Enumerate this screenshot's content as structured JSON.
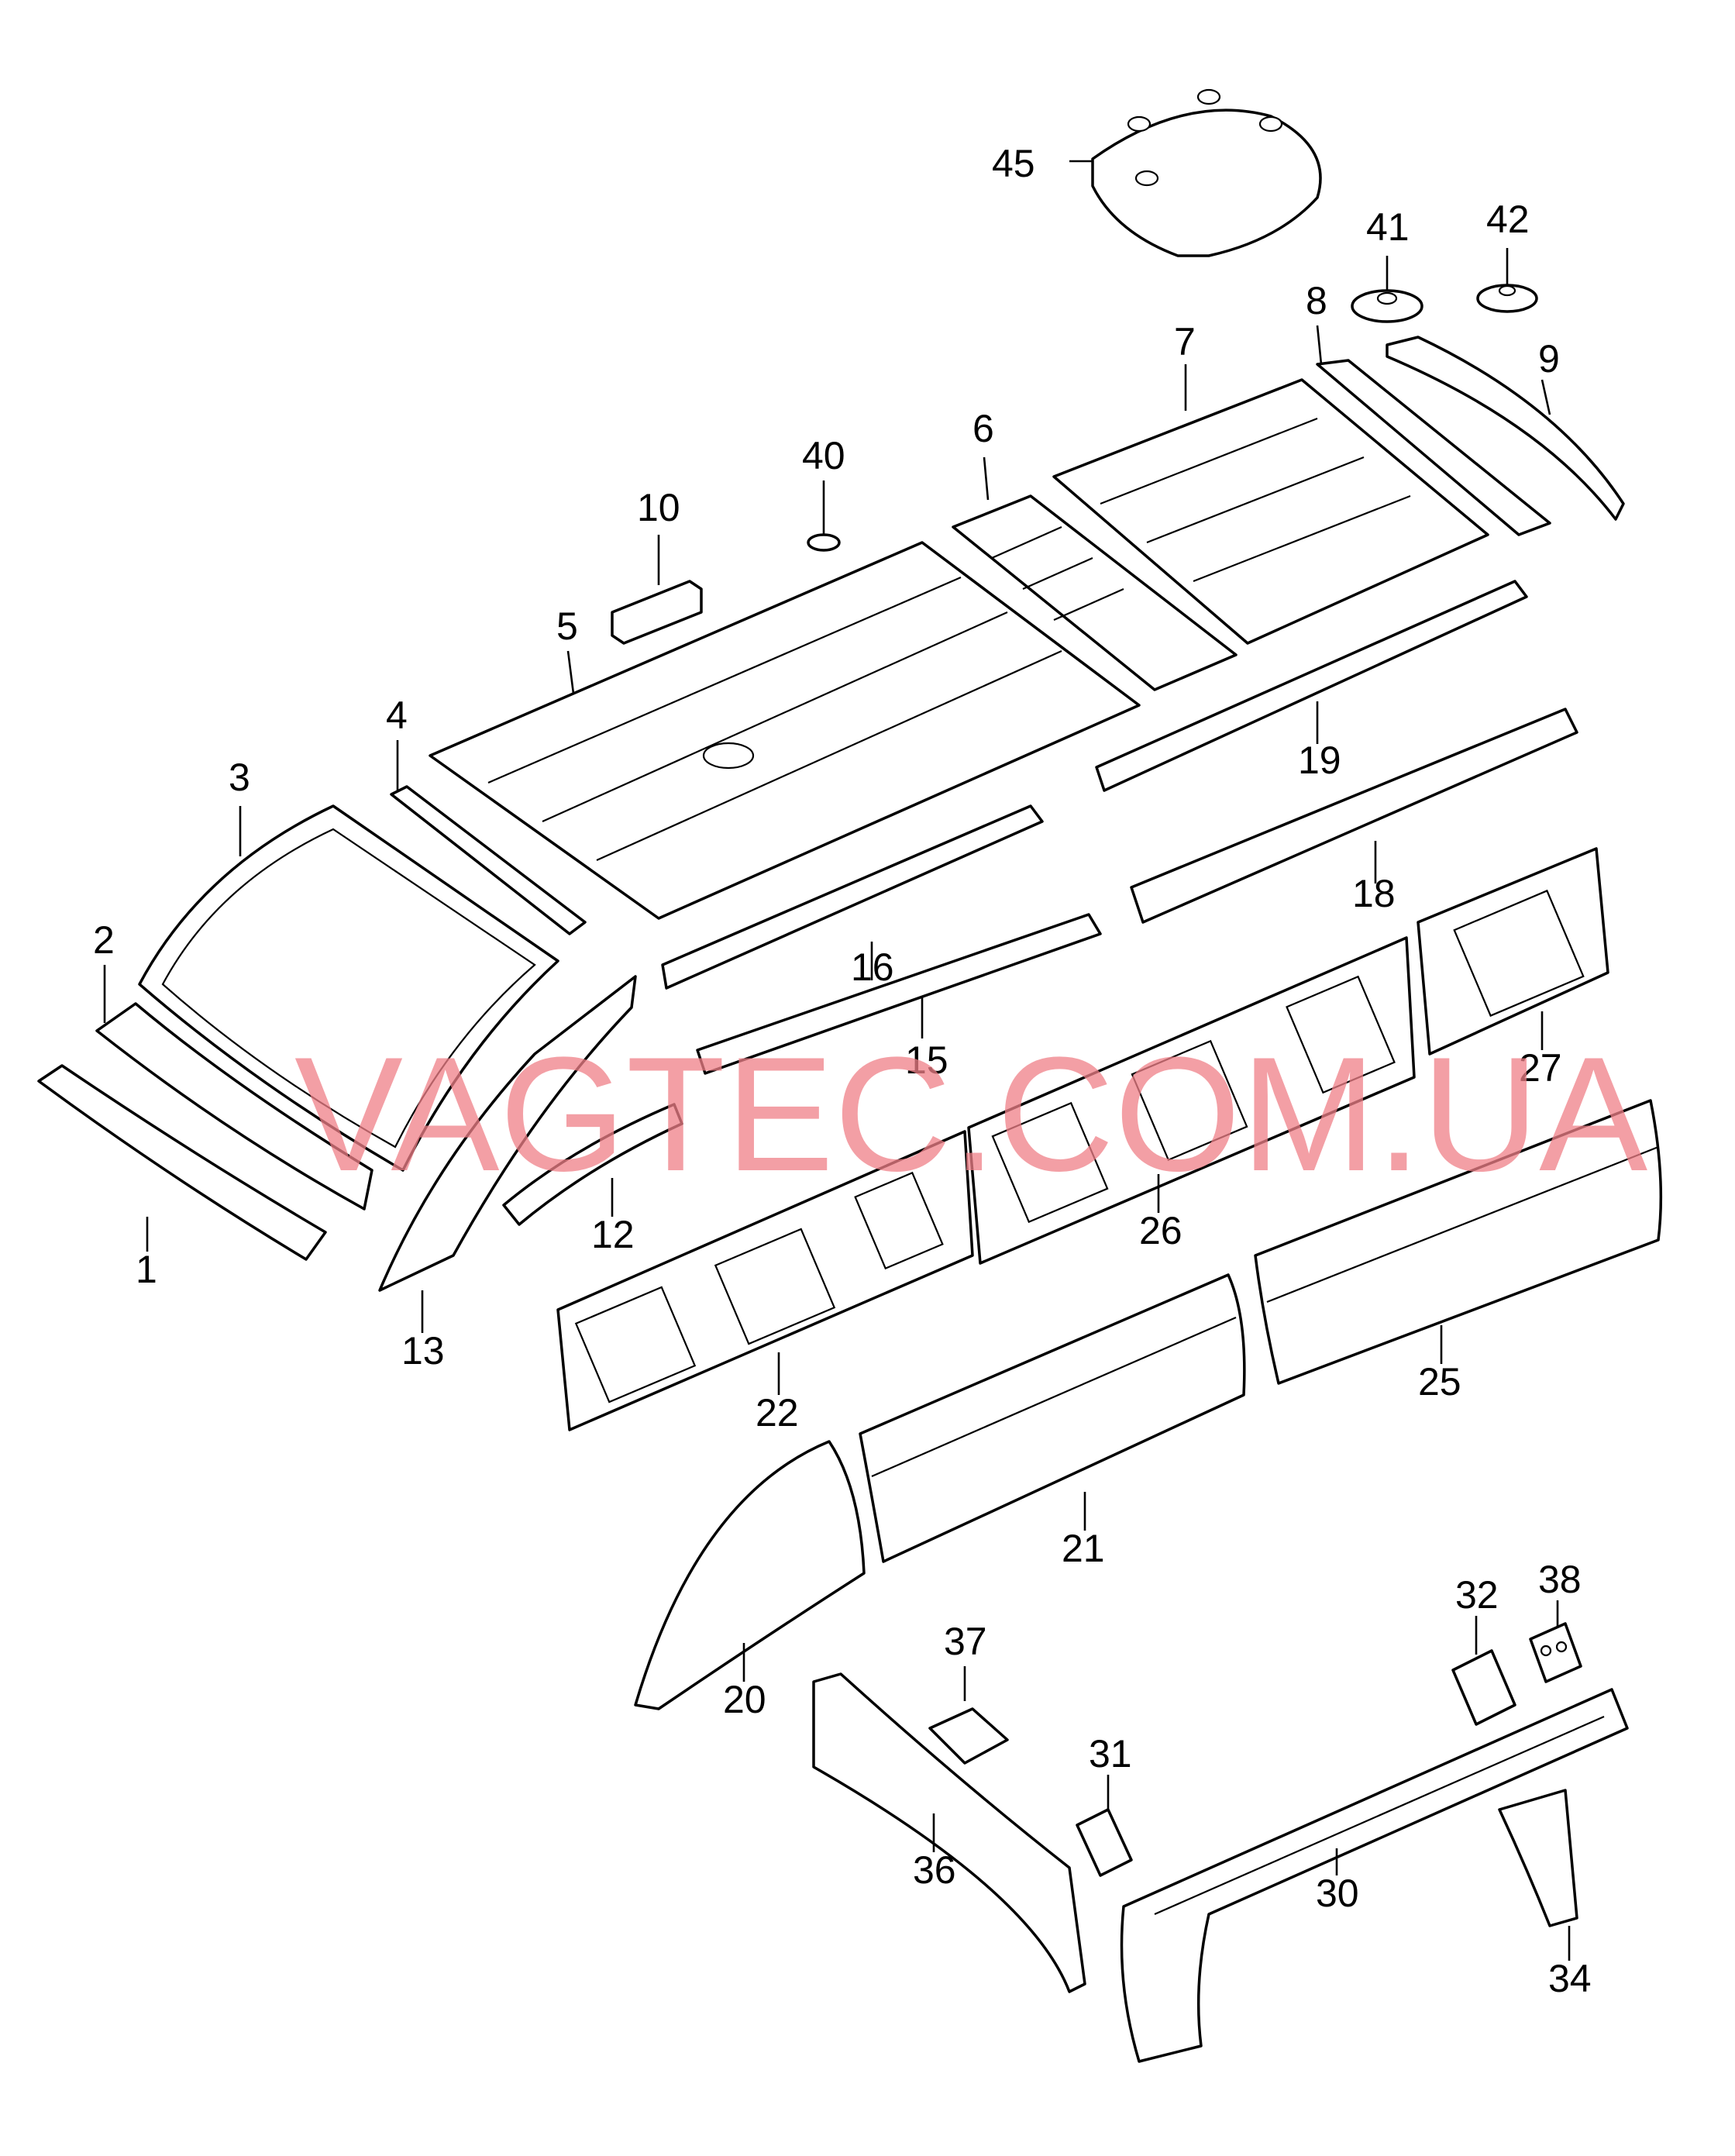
{
  "watermark": "VAGTEC.COM.UA",
  "callouts": {
    "c1": "1",
    "c2": "2",
    "c3": "3",
    "c4": "4",
    "c5": "5",
    "c6": "6",
    "c7": "7",
    "c8": "8",
    "c9": "9",
    "c10": "10",
    "c12": "12",
    "c13": "13",
    "c15": "15",
    "c16": "16",
    "c18": "18",
    "c19": "19",
    "c20": "20",
    "c21": "21",
    "c22": "22",
    "c25": "25",
    "c26": "26",
    "c27": "27",
    "c30": "30",
    "c31": "31",
    "c32": "32",
    "c34": "34",
    "c36": "36",
    "c37": "37",
    "c38": "38",
    "c40": "40",
    "c41": "41",
    "c42": "42",
    "c45": "45"
  }
}
